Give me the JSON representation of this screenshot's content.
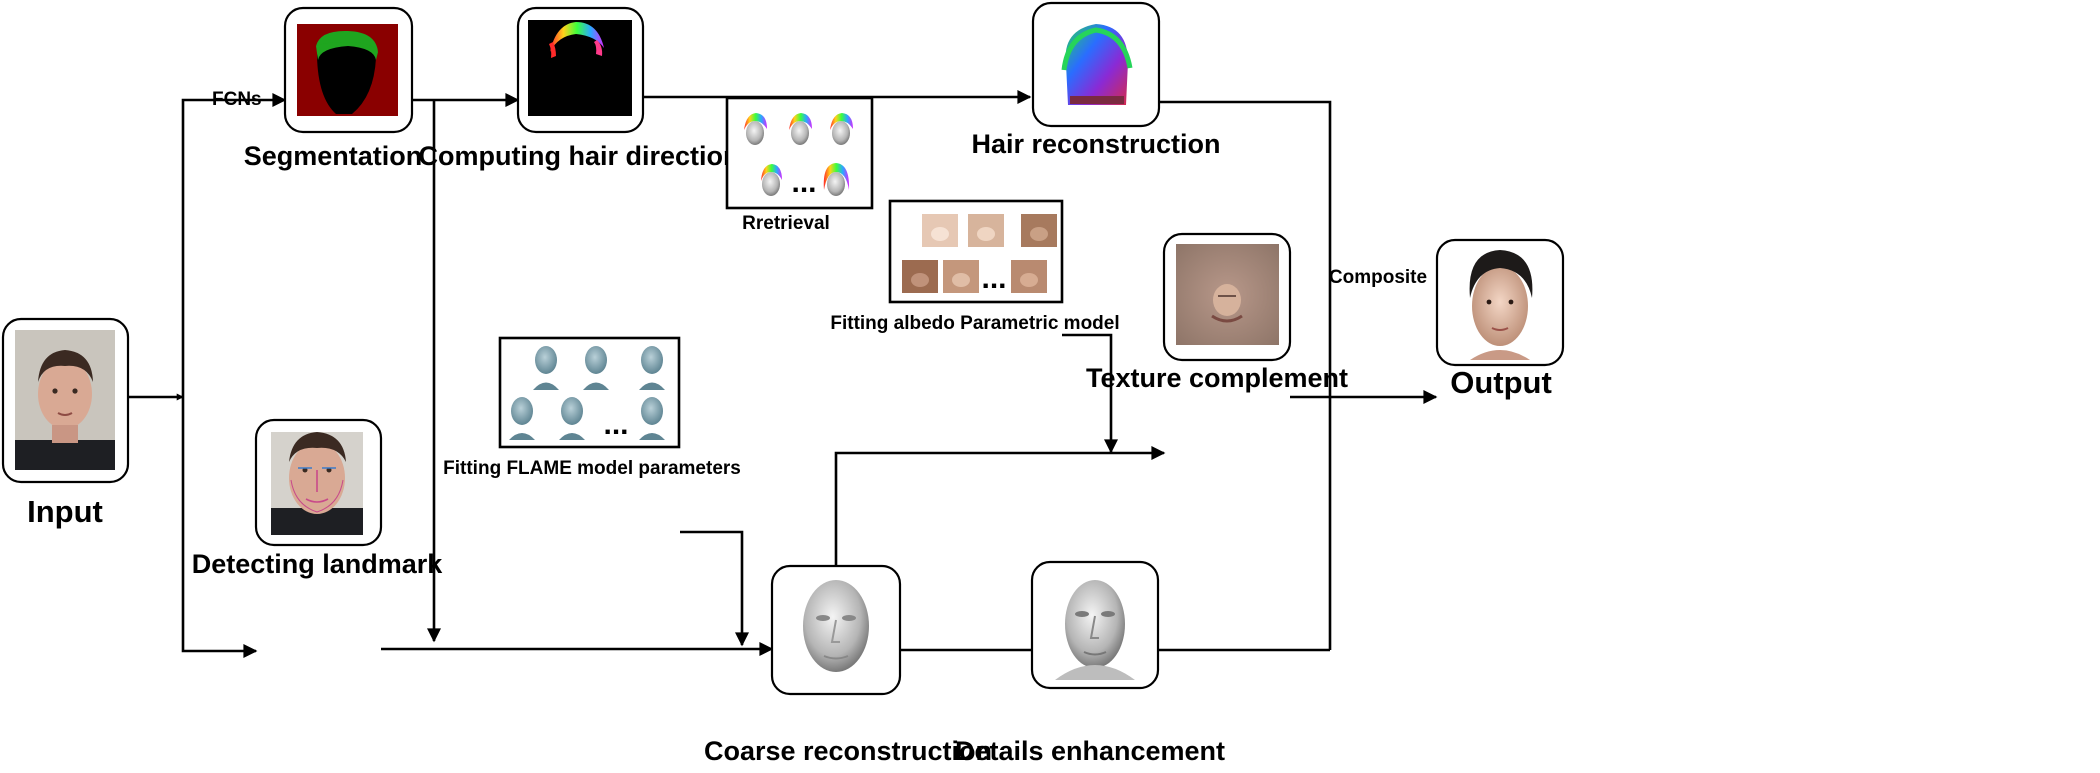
{
  "nodes": {
    "input": "Input",
    "segmentation": "Segmentation",
    "hair_direction": "Computing hair direction",
    "hair_reconstruction": "Hair reconstruction",
    "detecting_landmark": "Detecting landmark",
    "coarse_reconstruction": "Coarse reconstruction",
    "details_enhancement": "Details enhancement",
    "texture_complement": "Texture complement",
    "output": "Output"
  },
  "edge_labels": {
    "fcns": "FCNs",
    "retrieval": "Rretrieval",
    "fitting_flame": "Fitting FLAME model parameters",
    "fitting_albedo": "Fitting albedo Parametric model",
    "composite": "Composite"
  },
  "ellipsis": "..."
}
